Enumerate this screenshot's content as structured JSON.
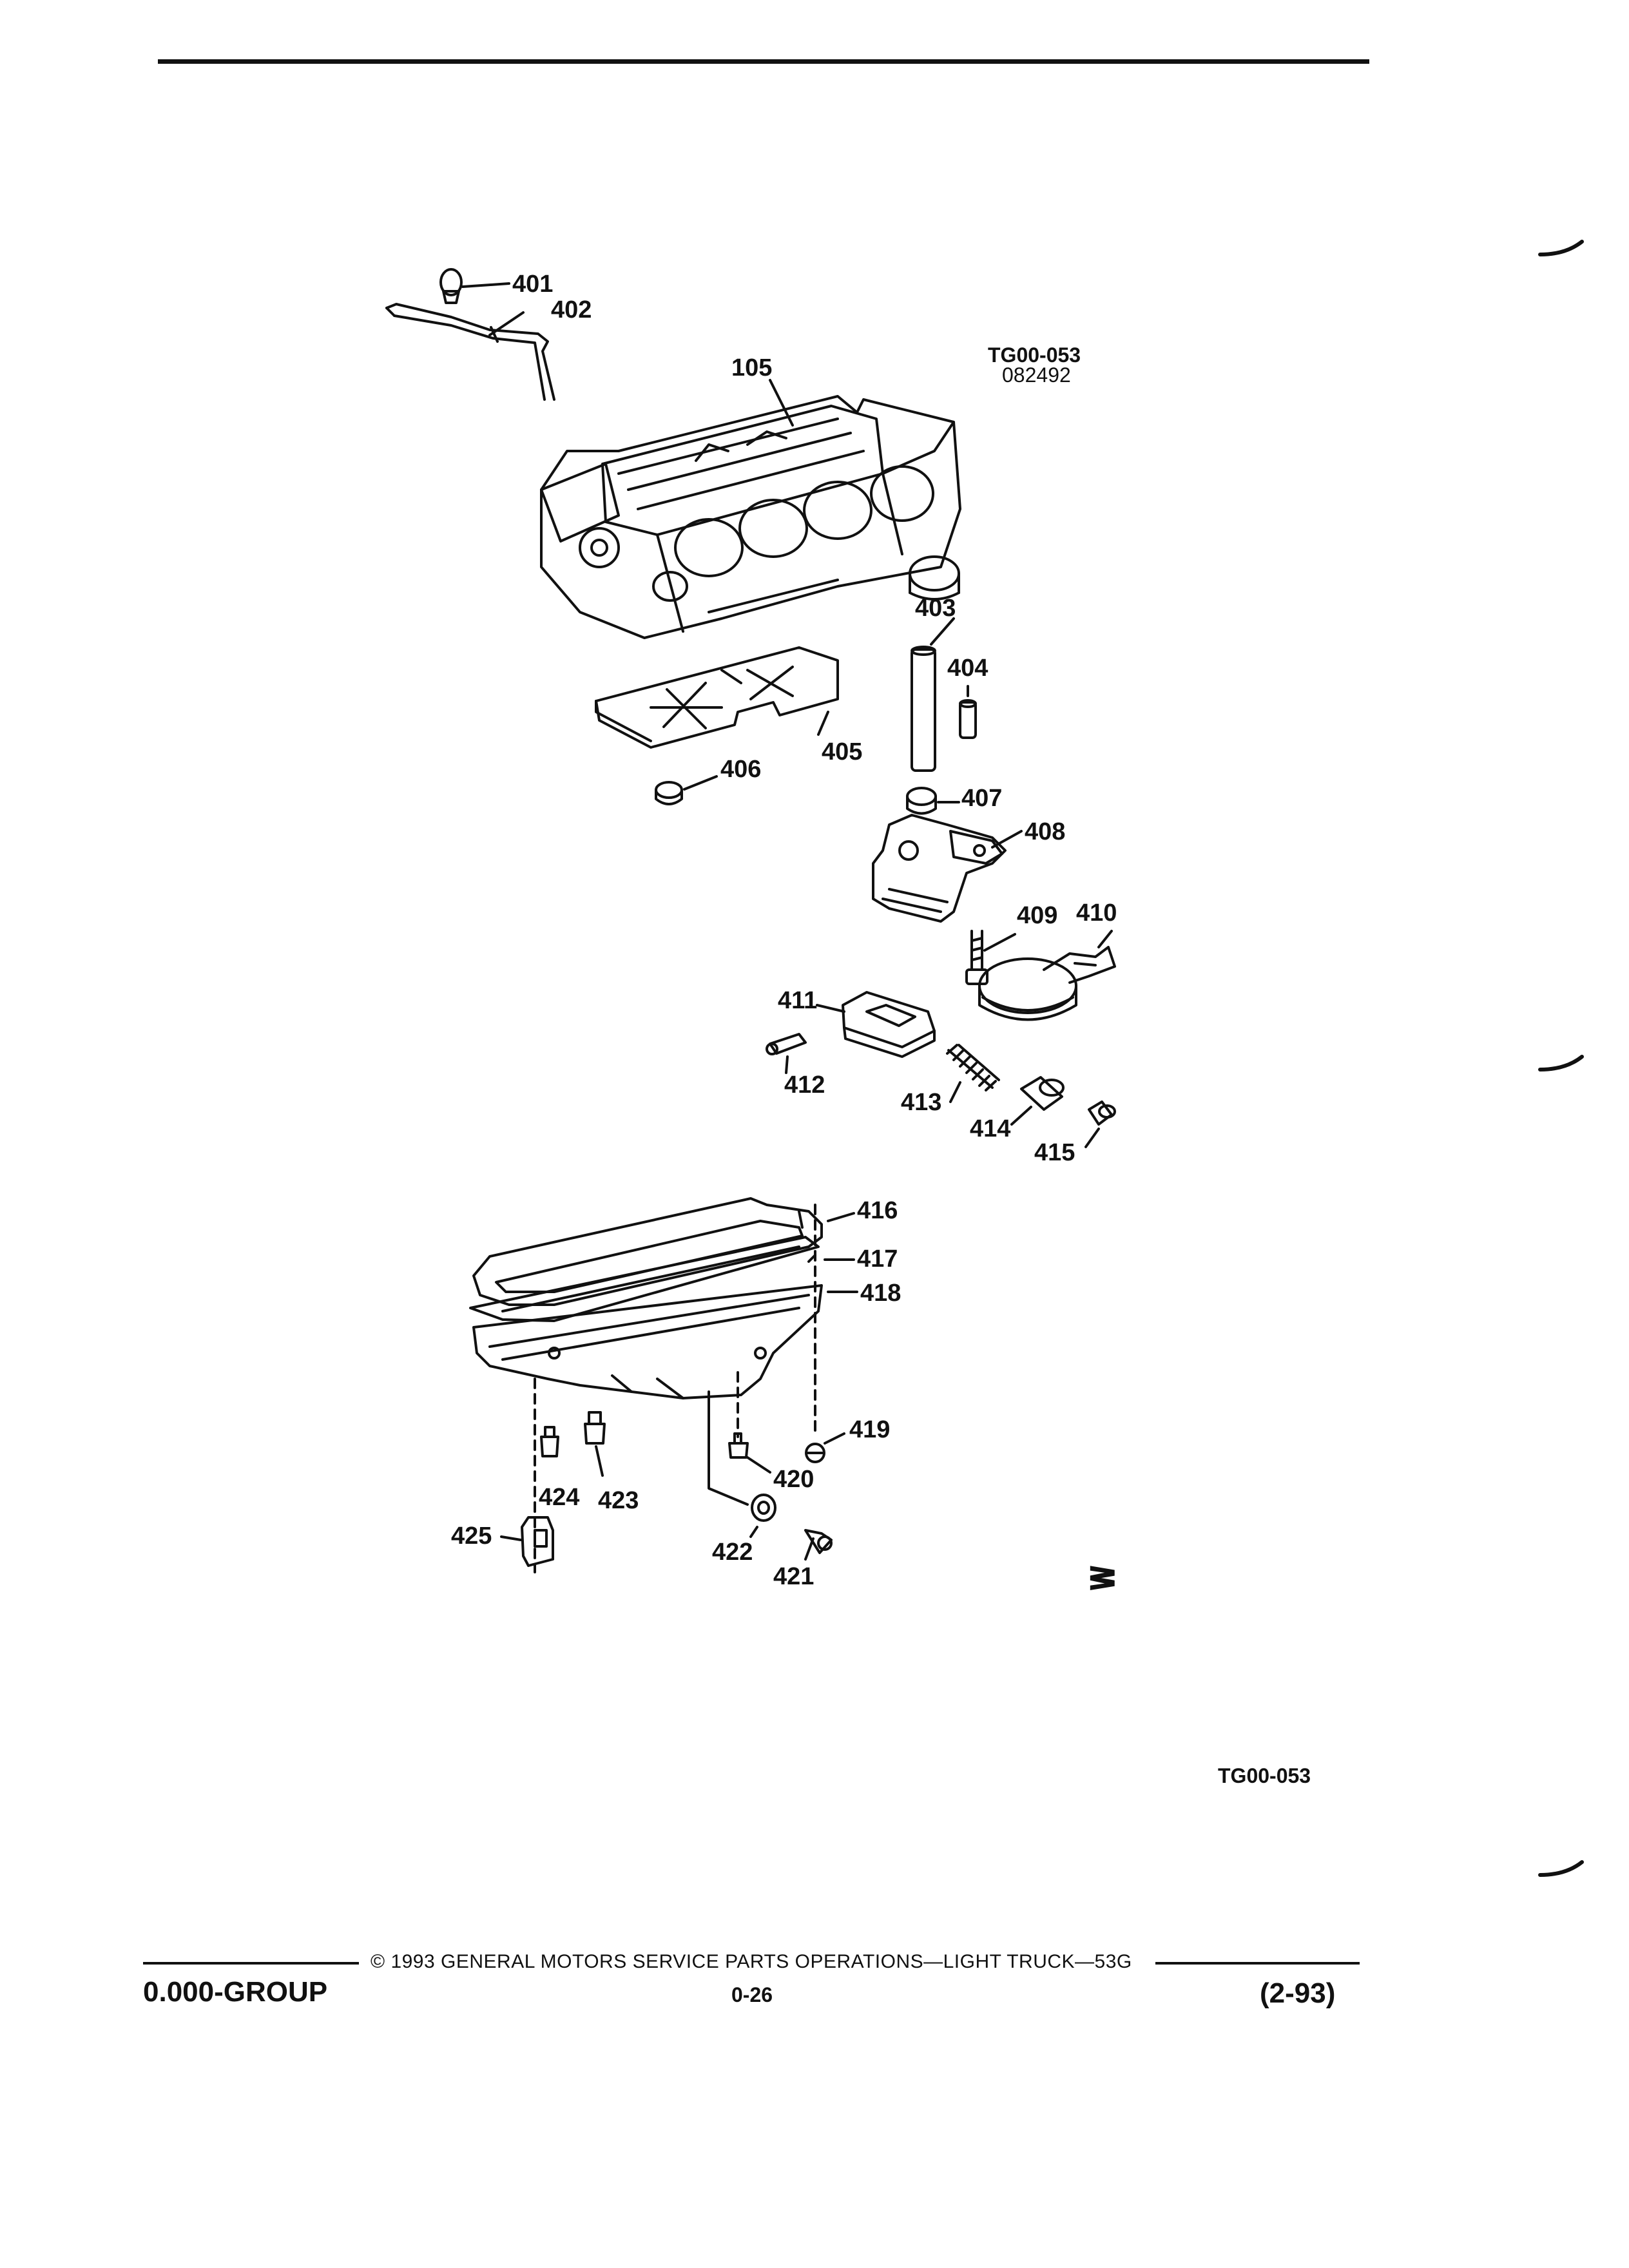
{
  "diagram": {
    "code_top": "TG00-053",
    "date_code": "082492",
    "code_bottom": "TG00-053",
    "callouts": {
      "c105": "105",
      "c401": "401",
      "c402": "402",
      "c403": "403",
      "c404": "404",
      "c405": "405",
      "c406": "406",
      "c407": "407",
      "c408": "408",
      "c409": "409",
      "c410": "410",
      "c411": "411",
      "c412": "412",
      "c413": "413",
      "c414": "414",
      "c415": "415",
      "c416": "416",
      "c417": "417",
      "c418": "418",
      "c419": "419",
      "c420": "420",
      "c421": "421",
      "c422": "422",
      "c423": "423",
      "c424": "424",
      "c425": "425"
    },
    "symbol": "ᕒ"
  },
  "footer": {
    "copyright": "© 1993 GENERAL MOTORS SERVICE PARTS OPERATIONS—LIGHT TRUCK—53G",
    "group": "0.000-GROUP",
    "page": "0-26",
    "revision": "(2-93)"
  }
}
